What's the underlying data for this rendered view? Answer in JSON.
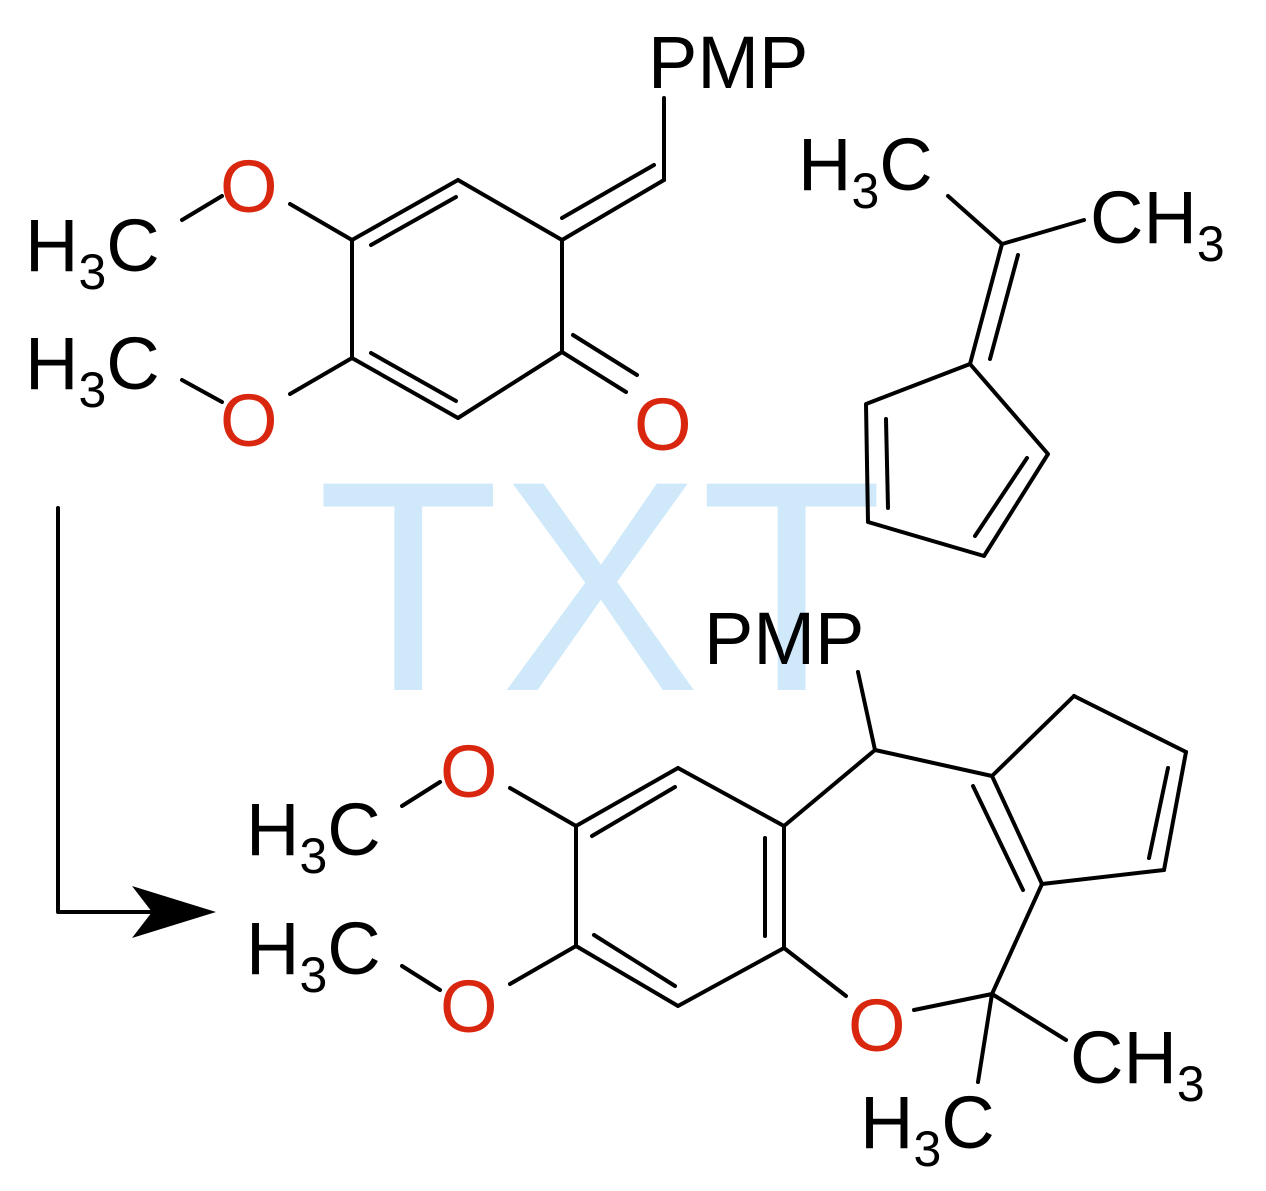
{
  "colors": {
    "oxygen": "#d9260f",
    "bond": "#000000",
    "watermark": "#cfe9fb"
  },
  "watermark": "TXT",
  "reactant1": {
    "substituent": "PMP",
    "methoxy_top": {
      "h": "H",
      "sub": "3",
      "c": "C"
    },
    "methoxy_bottom": {
      "h": "H",
      "sub": "3",
      "c": "C"
    },
    "oxygen": "O"
  },
  "reactant2": {
    "methyl_left": {
      "h": "H",
      "sub": "3",
      "c": "C"
    },
    "methyl_right": {
      "c": "CH",
      "sub": "3"
    }
  },
  "product": {
    "substituent": "PMP",
    "methoxy_top": {
      "h": "H",
      "sub": "3",
      "c": "C"
    },
    "methoxy_bottom": {
      "h": "H",
      "sub": "3",
      "c": "C"
    },
    "oxygen": "O",
    "methyl_right": {
      "c": "CH",
      "sub": "3"
    },
    "methyl_bottom": {
      "h": "H",
      "sub": "3",
      "c": "C"
    }
  }
}
